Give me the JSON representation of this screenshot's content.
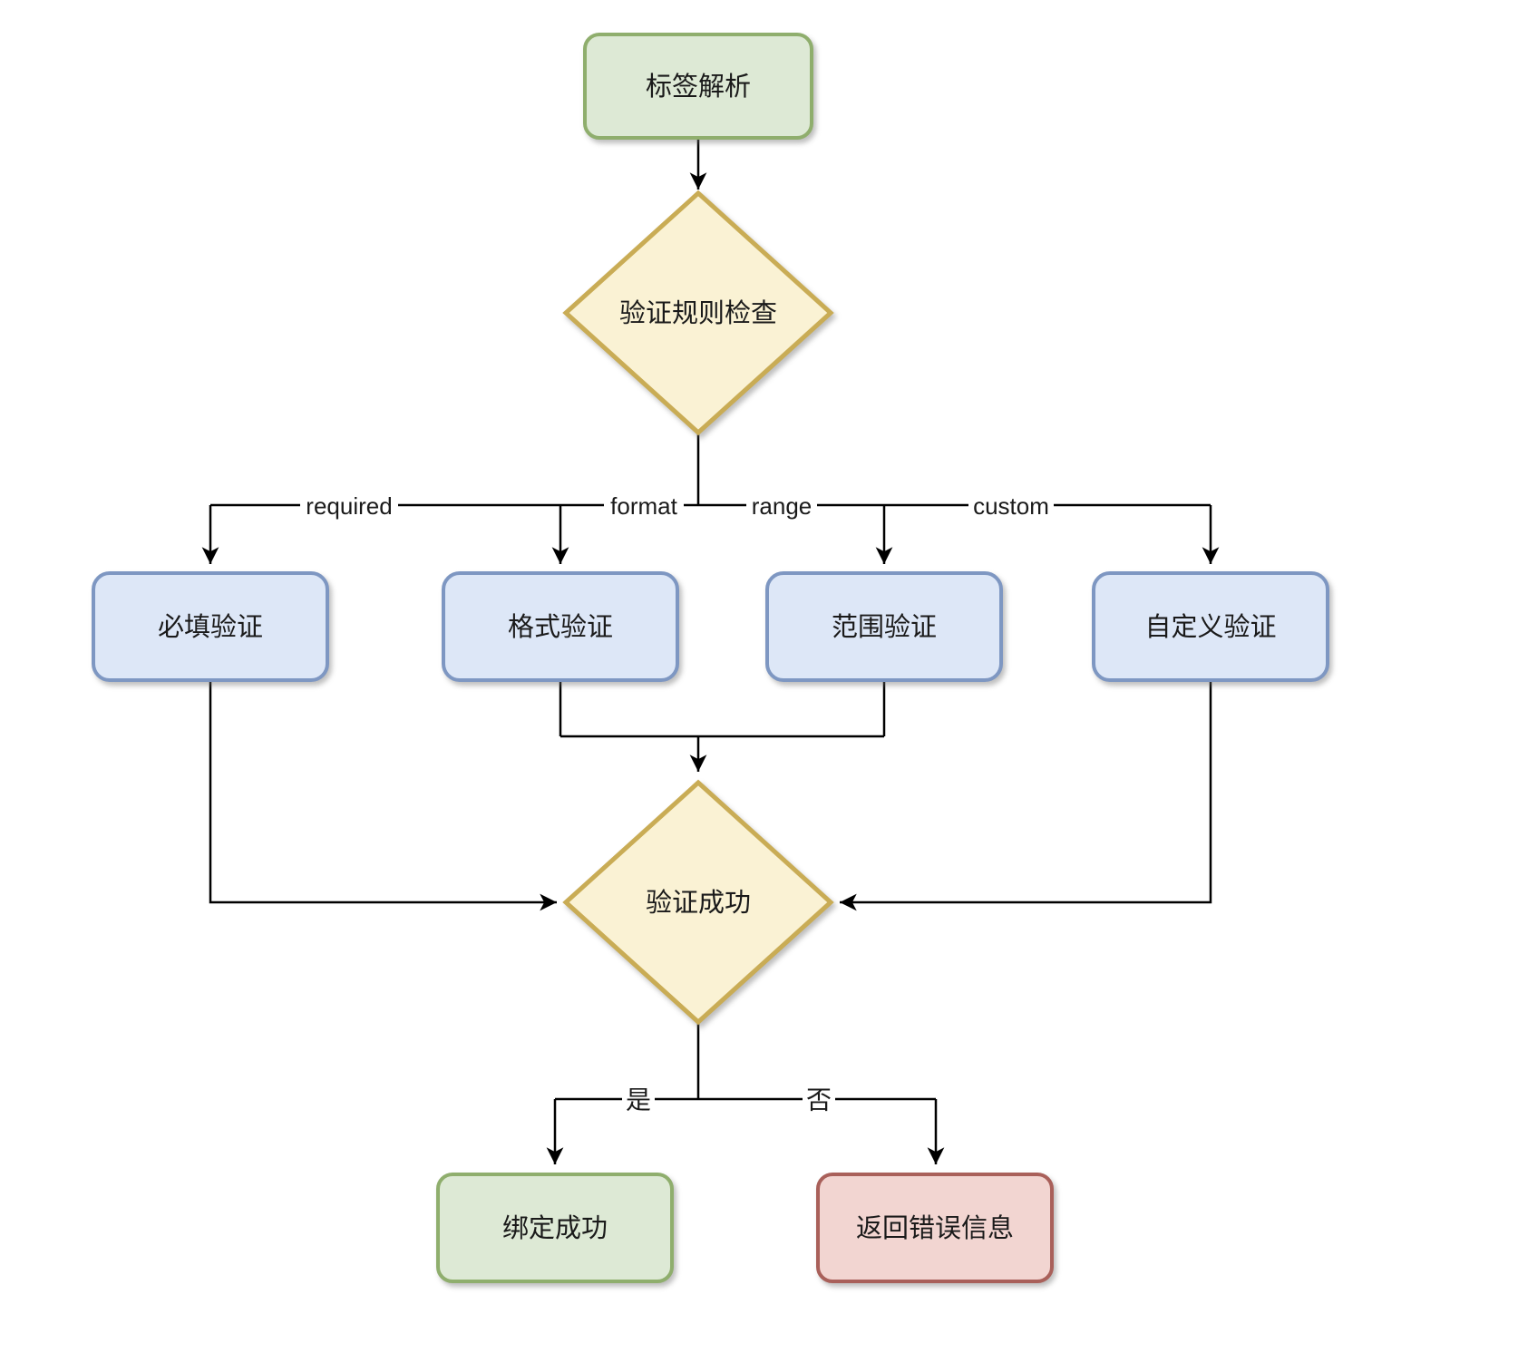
{
  "diagram": {
    "type": "flowchart",
    "nodes": {
      "start": {
        "label": "标签解析",
        "shape": "rounded-rect",
        "color": "green"
      },
      "rule_check": {
        "label": "验证规则检查",
        "shape": "diamond",
        "color": "yellow"
      },
      "required_node": {
        "label": "必填验证",
        "shape": "rounded-rect",
        "color": "blue"
      },
      "format_node": {
        "label": "格式验证",
        "shape": "rounded-rect",
        "color": "blue"
      },
      "range_node": {
        "label": "范围验证",
        "shape": "rounded-rect",
        "color": "blue"
      },
      "custom_node": {
        "label": "自定义验证",
        "shape": "rounded-rect",
        "color": "blue"
      },
      "success_check": {
        "label": "验证成功",
        "shape": "diamond",
        "color": "yellow"
      },
      "bind_success": {
        "label": "绑定成功",
        "shape": "rounded-rect",
        "color": "green"
      },
      "return_error": {
        "label": "返回错误信息",
        "shape": "rounded-rect",
        "color": "red"
      }
    },
    "edge_labels": {
      "required": "required",
      "format": "format",
      "range": "range",
      "custom": "custom",
      "yes": "是",
      "no": "否"
    },
    "colors": {
      "green_fill": "#dde9d5",
      "green_border": "#8fae6d",
      "yellow_fill": "#faf2d4",
      "yellow_border": "#c9ac55",
      "blue_fill": "#dde7f7",
      "blue_border": "#7e97c2",
      "red_fill": "#f2d5d1",
      "red_border": "#a9605a",
      "edge_line": "#000000",
      "text": "#1a1a1a",
      "background": "#ffffff"
    }
  }
}
